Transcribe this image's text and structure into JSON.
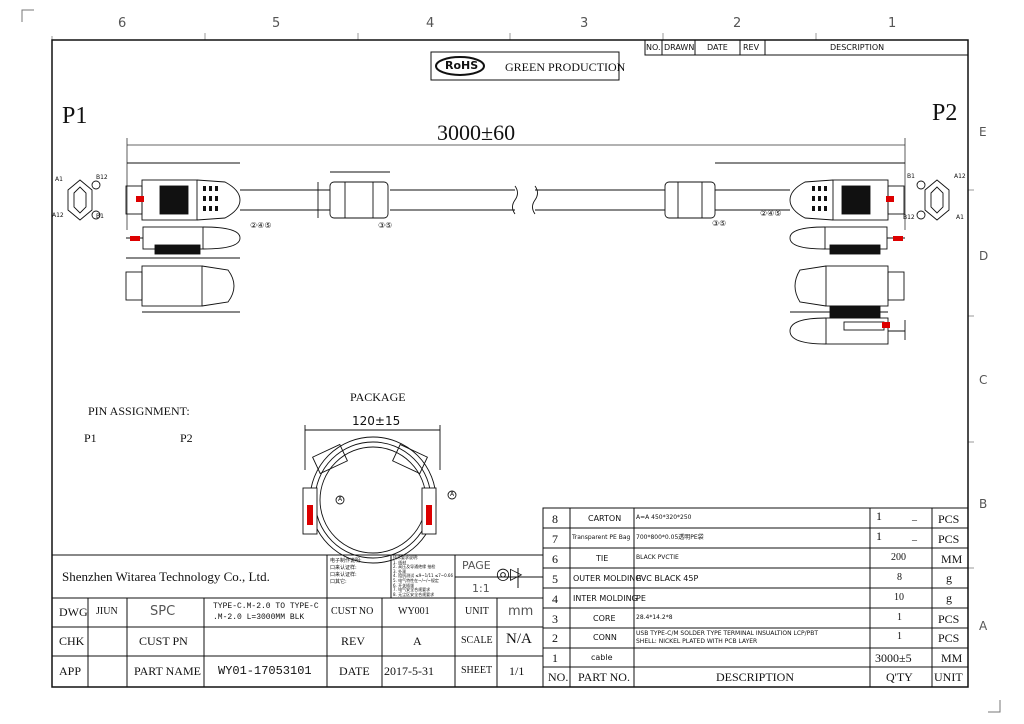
{
  "frame": {
    "columns": [
      "6",
      "5",
      "4",
      "3",
      "2",
      "1"
    ],
    "rows": [
      "E",
      "D",
      "C",
      "B",
      "A"
    ]
  },
  "revision_block": {
    "headers": [
      "NO.",
      "DRAWN",
      "DATE",
      "REV",
      "DESCRIPTION"
    ]
  },
  "rohs": {
    "badge": "RoHS",
    "text": "GREEN PRODUCTION"
  },
  "drawing": {
    "p1": "P1",
    "p2": "P2",
    "length": "3000±60",
    "callout_left_245": "②④⑤",
    "callout_left_35": "③⑤",
    "callout_right_35": "③⑤",
    "callout_right_245": "②④⑤",
    "pins_left": {
      "a1": "A1",
      "b12": "B12",
      "a12": "A12",
      "b1": "B1"
    },
    "pins_right": {
      "b1": "B1",
      "a12": "A12",
      "b12": "B12",
      "a1": "A1"
    }
  },
  "package": {
    "title": "PACKAGE",
    "dim": "120±15",
    "label_a": "A",
    "label_b": "A"
  },
  "pin_assignment": {
    "title": "PIN ASSIGNMENT:",
    "p1": "P1",
    "p2": "P2"
  },
  "bom": {
    "rows": [
      {
        "no": "8",
        "part": "CARTON",
        "desc": "A=A 450*320*250",
        "qty": "1",
        "qty_sub": "–",
        "unit": "PCS"
      },
      {
        "no": "7",
        "part": "Transparent PE Bag",
        "desc": "700*800*0.05透明PE袋",
        "qty": "1",
        "qty_sub": "–",
        "unit": "PCS"
      },
      {
        "no": "6",
        "part": "TIE",
        "desc": "BLACK PVCTIE",
        "qty": "200",
        "qty_sub": "",
        "unit": "MM"
      },
      {
        "no": "5",
        "part": "OUTER MOLDING",
        "desc": "PVC BLACK 45P",
        "qty": "8",
        "qty_sub": "",
        "unit": "g"
      },
      {
        "no": "4",
        "part": "INTER MOLDING",
        "desc": "PE",
        "qty": "10",
        "qty_sub": "",
        "unit": "g"
      },
      {
        "no": "3",
        "part": "CORE",
        "desc": "28.4*14.2*8",
        "qty": "1",
        "qty_sub": "",
        "unit": "PCS"
      },
      {
        "no": "2",
        "part": "CONN",
        "desc": "USB TYPE-C/M SOLDER TYPE TERMINAL INSUALTION LCP/PBT",
        "desc2": "SHELL: NICKEL PLATED WITH PCB LAYER",
        "qty": "1",
        "qty_sub": "",
        "unit": "PCS"
      },
      {
        "no": "1",
        "part": "cable",
        "desc": "",
        "qty": "3000±5",
        "qty_sub": "",
        "unit": "MM"
      }
    ],
    "header": {
      "no": "NO.",
      "part": "PART NO.",
      "desc": "DESCRIPTION",
      "qty": "Q'TY",
      "unit": "UNIT"
    }
  },
  "title_block": {
    "company": "Shenzhen Witarea Technology Co., Ltd.",
    "notes_left": [
      "电子制作说明:",
      "口来认证样:",
      "口来认证样:",
      "口其它:"
    ],
    "notes_right": [
      "技术要求说明:",
      "1. 线材",
      "2. 高压及导通绝缘 抽检",
      "3. 外观",
      "4. 阻抗测试 ≤9~1/11 ≤7~0.66",
      "5. 电气特性在~/~/~规定",
      "6. 开关插拔",
      "7. 电气安全合规要求",
      "8. 无尘区安全合规要求"
    ],
    "page_label": "PAGE",
    "page_scale": "1:1",
    "dwg_label": "DWG",
    "dwg_value": "JIUN",
    "spc": "SPC",
    "product": "TYPE-C.M-2.0 TO TYPE-C",
    "product2": ".M-2.0 L=3000MM BLK",
    "cust_no_label": "CUST NO",
    "cust_no": "WY001",
    "unit_label": "UNIT",
    "unit": "mm",
    "chk_label": "CHK",
    "cust_pn_label": "CUST PN",
    "rev_label": "REV",
    "rev": "A",
    "scale_label": "SCALE",
    "scale": "N/A",
    "app_label": "APP",
    "part_name_label": "PART NAME",
    "part_name": "WY01-17053101",
    "date_label": "DATE",
    "date": "2017-5-31",
    "sheet_label": "SHEET",
    "sheet": "1/1"
  }
}
